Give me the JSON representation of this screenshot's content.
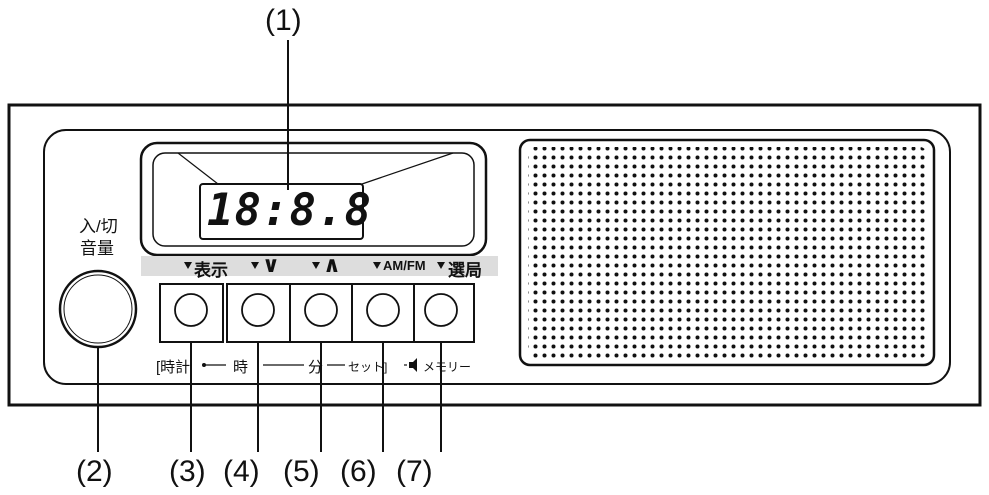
{
  "callouts": {
    "c1": "(1)",
    "c2": "(2)",
    "c3": "(3)",
    "c4": "(4)",
    "c5": "(5)",
    "c6": "(6)",
    "c7": "(7)"
  },
  "display": {
    "digits": "18:8.8"
  },
  "knob": {
    "line1": "入/切",
    "line2": "音量"
  },
  "function_labels": {
    "display": "表示",
    "down": "∨",
    "up": "∧",
    "band": "AM/FM",
    "seek": "選局"
  },
  "set_labels": {
    "clock": "[時計",
    "hour": "時",
    "minute": "分",
    "set": "セット]",
    "memory": "メモリー"
  },
  "colors": {
    "line": "#111111",
    "strip": "#dddddd",
    "speaker_bg": "#fafafa"
  }
}
